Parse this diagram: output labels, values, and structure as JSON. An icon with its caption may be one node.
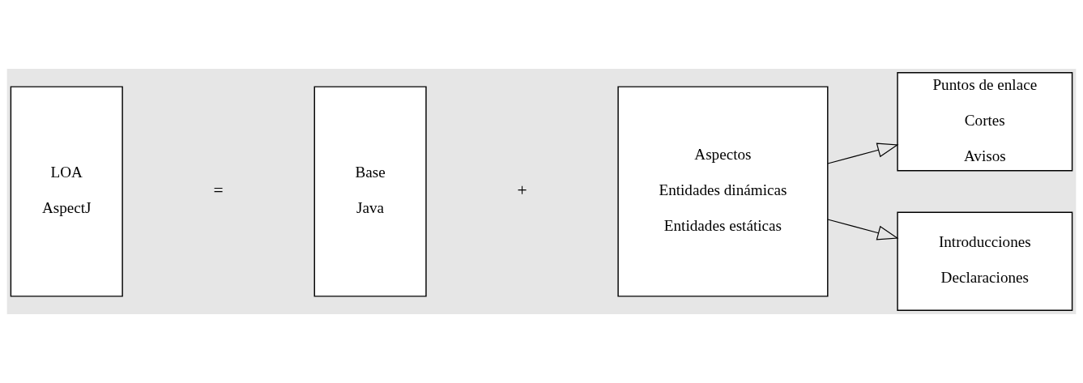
{
  "diagram": {
    "nodes": [
      {
        "text": [
          "LOA",
          "AspectJ"
        ]
      },
      {
        "text": [
          "Base",
          "Java"
        ]
      },
      {
        "text": [
          "Aspectos",
          "Entidades dinámicas",
          "Entidades estáticas"
        ]
      },
      {
        "text": [
          "Puntos de enlace",
          "Cortes",
          "Avisos"
        ]
      },
      {
        "text": [
          "Introducciones",
          "Declaraciones"
        ]
      }
    ],
    "edges": [
      {
        "from": 2,
        "to": 3,
        "arrow": "to"
      },
      {
        "from": 2,
        "to": 4,
        "arrow": "to"
      }
    ],
    "labels": [
      "=",
      "+"
    ]
  }
}
